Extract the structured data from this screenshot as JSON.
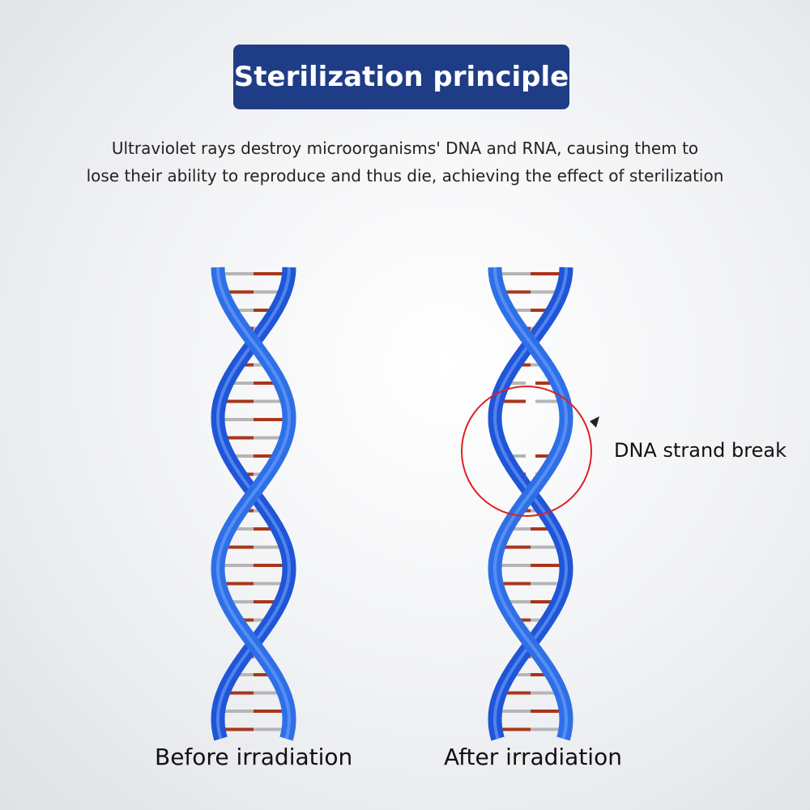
{
  "title": "Sterilization principle",
  "description": {
    "line1": "Ultraviolet rays destroy microorganisms' DNA and RNA, causing them to",
    "line2": "lose their ability to reproduce and thus die, achieving the effect of sterilization"
  },
  "captions": {
    "before": "Before irradiation",
    "after": "After irradiation"
  },
  "annotation": "DNA strand break",
  "colors": {
    "title_bg": "#1f3d86",
    "strand": "#2f6fe6",
    "base_red": "#a8361c",
    "base_gray": "#b5b5b5",
    "circle": "#e02020"
  }
}
